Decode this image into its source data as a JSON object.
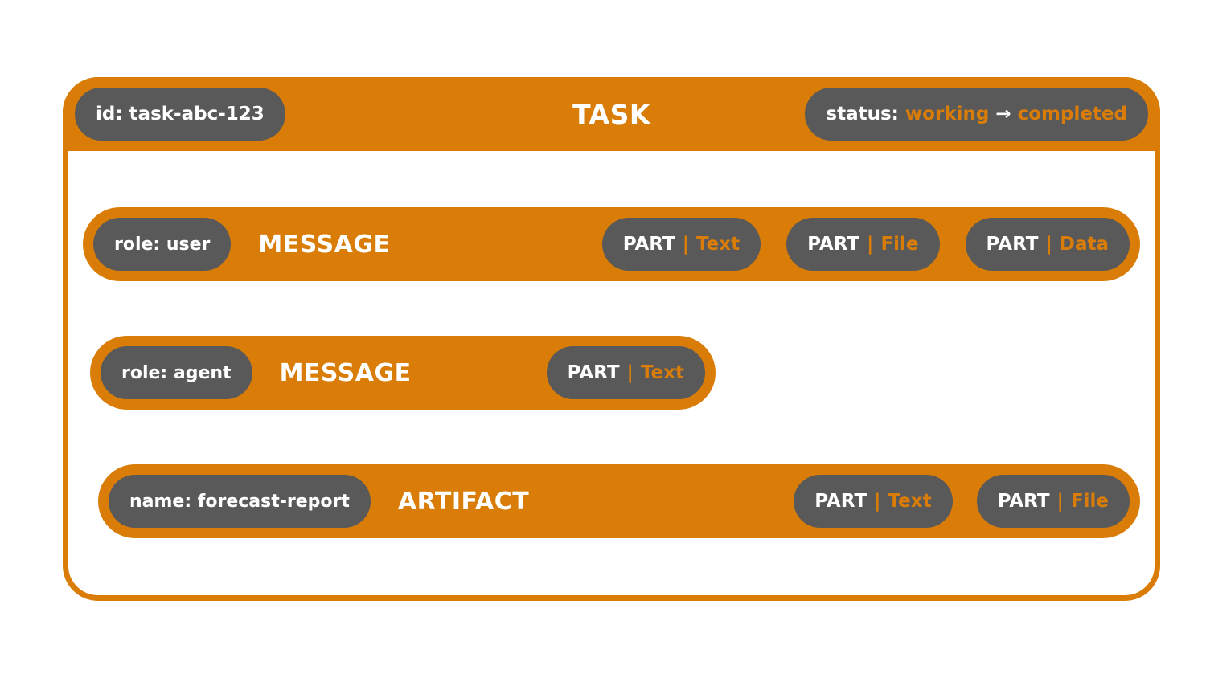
{
  "colors": {
    "accent": "#d97d08",
    "pill_background": "#595959",
    "text_on_accent": "#ffffff",
    "page_background": "#ffffff"
  },
  "task": {
    "title": "TASK",
    "id_label": "id: task-abc-123",
    "status": {
      "prefix": "status:",
      "from": "working",
      "arrow": "→",
      "to": "completed"
    }
  },
  "rows": [
    {
      "kind": "message",
      "label": "MESSAGE",
      "meta": "role: user",
      "parts": [
        {
          "title": "PART",
          "separator": "|",
          "type": "Text"
        },
        {
          "title": "PART",
          "separator": "|",
          "type": "File"
        },
        {
          "title": "PART",
          "separator": "|",
          "type": "Data"
        }
      ]
    },
    {
      "kind": "message",
      "label": "MESSAGE",
      "meta": "role: agent",
      "parts": [
        {
          "title": "PART",
          "separator": "|",
          "type": "Text"
        }
      ]
    },
    {
      "kind": "artifact",
      "label": "ARTIFACT",
      "meta": "name: forecast-report",
      "parts": [
        {
          "title": "PART",
          "separator": "|",
          "type": "Text"
        },
        {
          "title": "PART",
          "separator": "|",
          "type": "File"
        }
      ]
    }
  ]
}
